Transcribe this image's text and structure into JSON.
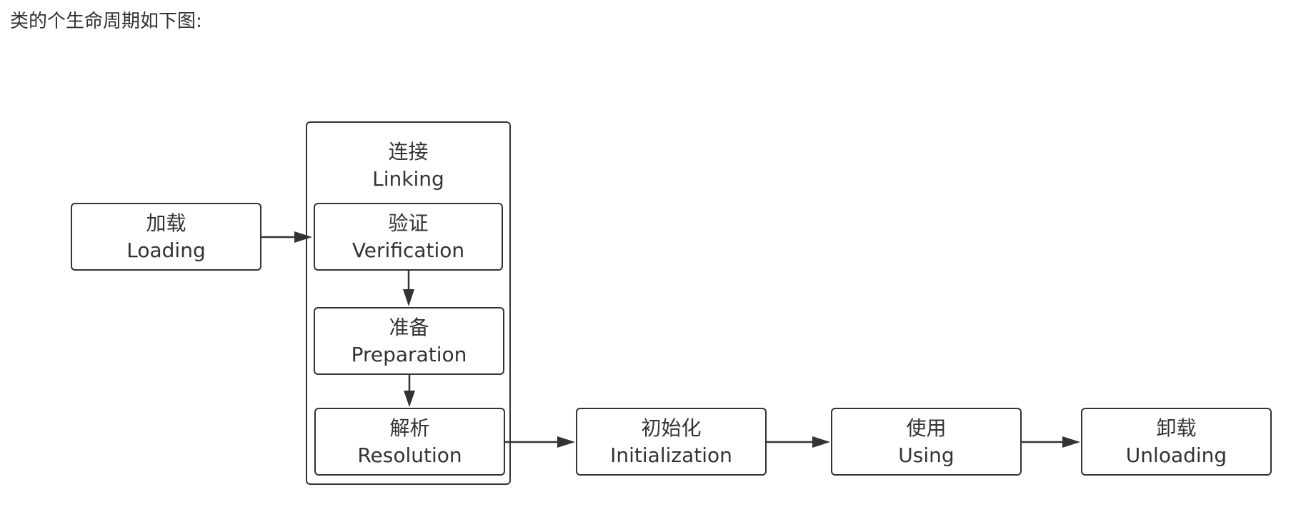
{
  "caption": "类的个生命周期如下图:",
  "colors": {
    "stroke": "#333333",
    "text": "#333333",
    "background": "#ffffff"
  },
  "diagram": {
    "group": {
      "label_cn": "连接",
      "label_en": "Linking"
    },
    "nodes": [
      {
        "id": "loading",
        "label_cn": "加载",
        "label_en": "Loading"
      },
      {
        "id": "verification",
        "label_cn": "验证",
        "label_en": "Verification"
      },
      {
        "id": "preparation",
        "label_cn": "准备",
        "label_en": "Preparation"
      },
      {
        "id": "resolution",
        "label_cn": "解析",
        "label_en": "Resolution"
      },
      {
        "id": "initialization",
        "label_cn": "初始化",
        "label_en": "Initialization"
      },
      {
        "id": "using",
        "label_cn": "使用",
        "label_en": "Using"
      },
      {
        "id": "unloading",
        "label_cn": "卸载",
        "label_en": "Unloading"
      }
    ],
    "edges": [
      {
        "from": "loading",
        "to": "group"
      },
      {
        "from": "verification",
        "to": "preparation"
      },
      {
        "from": "preparation",
        "to": "resolution"
      },
      {
        "from": "resolution",
        "to": "initialization"
      },
      {
        "from": "initialization",
        "to": "using"
      },
      {
        "from": "using",
        "to": "unloading"
      }
    ]
  }
}
